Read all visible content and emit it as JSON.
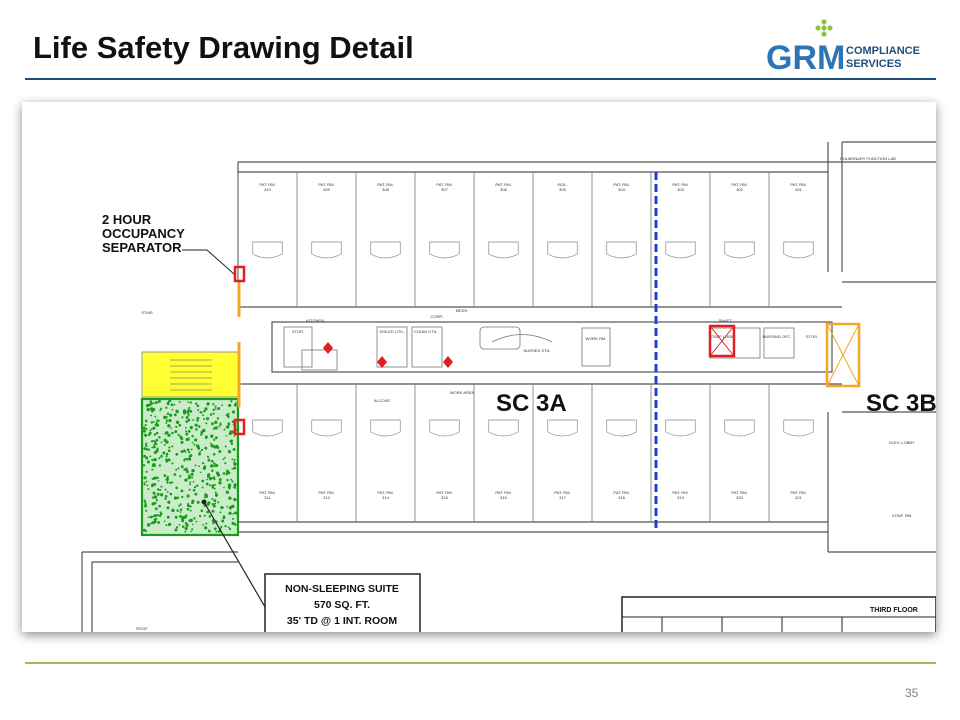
{
  "slide": {
    "title": "Life Safety Drawing Detail",
    "page_number": "35"
  },
  "logo": {
    "wordmark": "GRM",
    "tagline_line1": "COMPLIANCE",
    "tagline_line2": "SERVICES",
    "colors": {
      "wordmark": "#2e75b6",
      "tagline": "#1f4e79",
      "dots": "#8dc63f"
    }
  },
  "drawing": {
    "callout_separator": [
      "2 HOUR",
      "OCCUPANCY",
      "SEPARATOR"
    ],
    "callout_suite": [
      "NON-SLEEPING SUITE",
      "570 SQ. FT.",
      "35' TD @ 1 INT. ROOM"
    ],
    "zone_a": "SC 3A",
    "zone_b": "SC 3B",
    "title_block": "THIRD FLOOR",
    "top_rooms": [
      {
        "name": "PAT. RM.",
        "num": "310"
      },
      {
        "name": "PAT. RM.",
        "num": "309"
      },
      {
        "name": "PAT. RM.",
        "num": "308"
      },
      {
        "name": "PAT. RM.",
        "num": "307"
      },
      {
        "name": "PAT. RM.",
        "num": "306"
      },
      {
        "name": "ISOL.",
        "num": "305"
      },
      {
        "name": "PAT. RM.",
        "num": "304"
      },
      {
        "name": "PAT. RM.",
        "num": "303"
      },
      {
        "name": "PAT. RM.",
        "num": "302"
      },
      {
        "name": "PAT. RM.",
        "num": "301"
      }
    ],
    "bottom_rooms": [
      {
        "name": "PAT. RM.",
        "num": "311"
      },
      {
        "name": "PAT. RM.",
        "num": "312"
      },
      {
        "name": "PAT. RM.",
        "num": "314"
      },
      {
        "name": "PAT. RM.",
        "num": "315"
      },
      {
        "name": "PAT. RM.",
        "num": "316"
      },
      {
        "name": "PAT. RM.",
        "num": "317"
      },
      {
        "name": "PAT. RM.",
        "num": "318"
      },
      {
        "name": "PAT. RM.",
        "num": "319"
      },
      {
        "name": "PAT. RM.",
        "num": "320"
      },
      {
        "name": "PAT. RM.",
        "num": "321"
      }
    ],
    "core_labels": [
      {
        "text": "STOR."
      },
      {
        "text": "KITCHEN"
      },
      {
        "text": "SOILED UTIL."
      },
      {
        "text": "CLEAN UTIL."
      },
      {
        "text": "MEDS."
      },
      {
        "text": "NURSES STN."
      },
      {
        "text": "WORK RM."
      },
      {
        "text": "ALCOVE"
      },
      {
        "text": "WORK AREA"
      },
      {
        "text": "CORR."
      },
      {
        "text": "SHAFT"
      },
      {
        "text": "STAFF LNGE."
      },
      {
        "text": "NURSING OFC."
      },
      {
        "text": "STOR."
      },
      {
        "text": "ELEV. LOBBY"
      },
      {
        "text": "CONF. RM."
      },
      {
        "text": "PULMONARY FUNCTION LAB"
      },
      {
        "text": "STAIR"
      },
      {
        "text": "ROOF"
      }
    ]
  }
}
